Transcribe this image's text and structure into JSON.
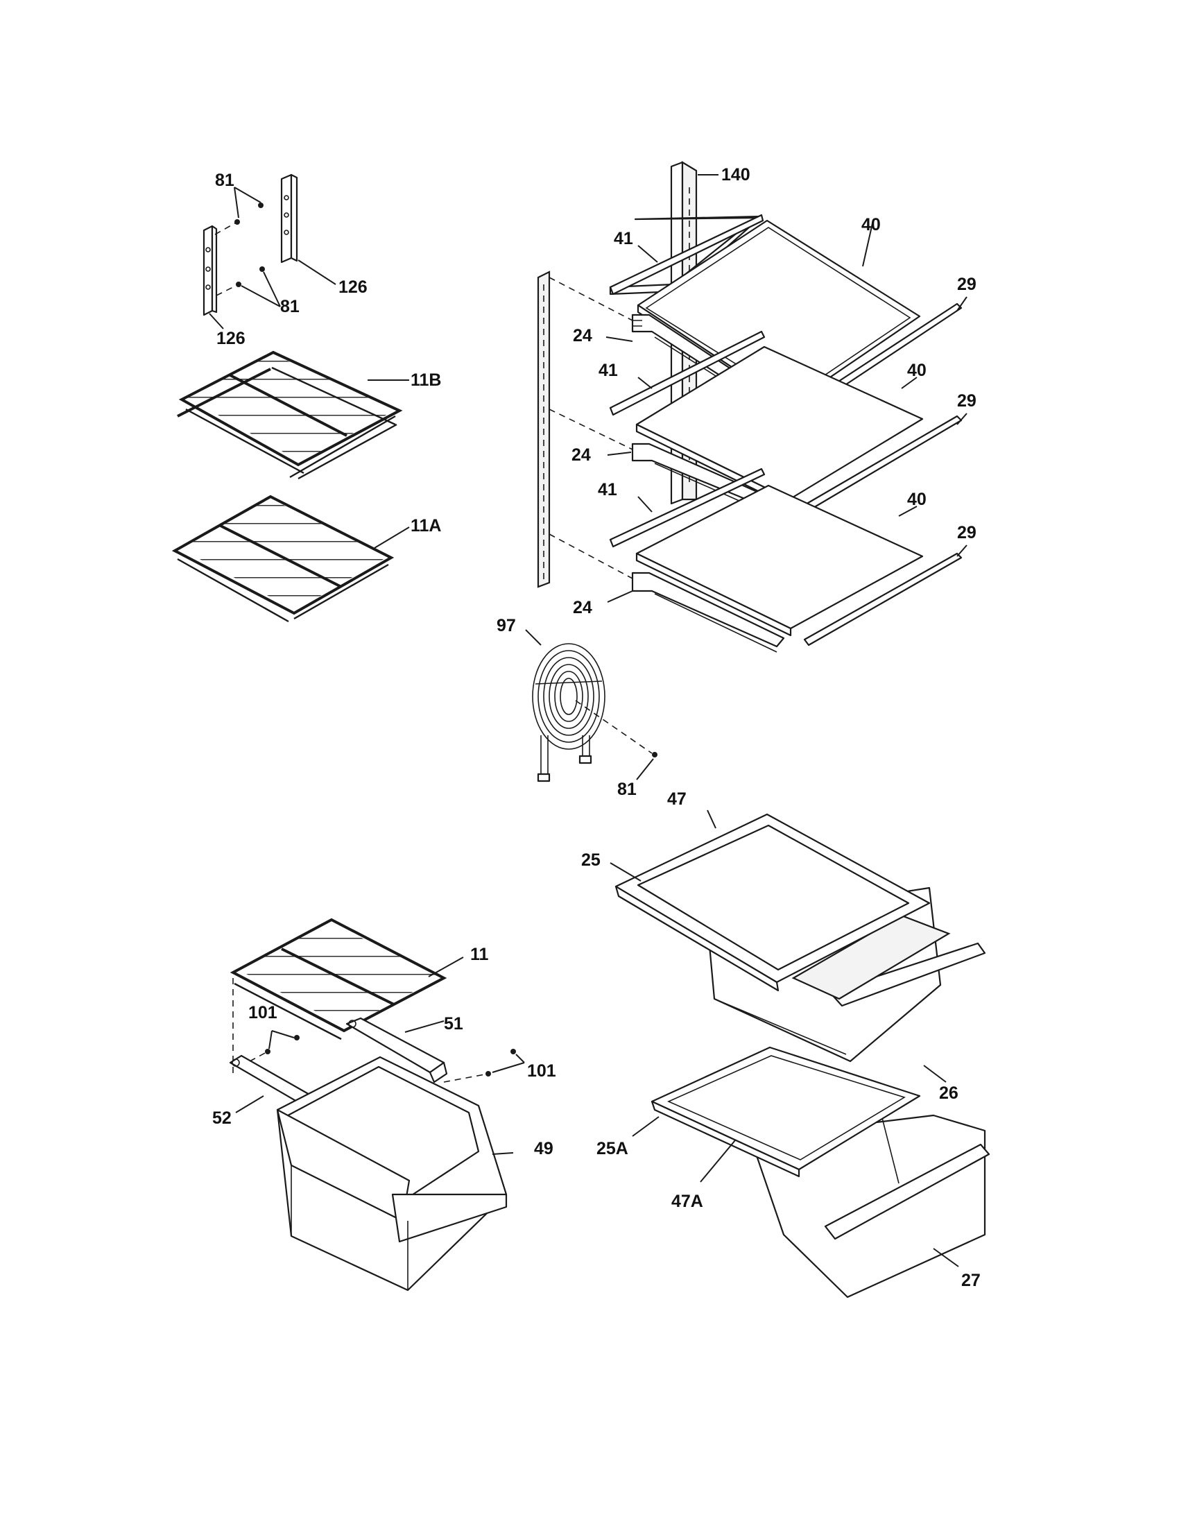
{
  "labels": {
    "p140": "140",
    "p41a": "41",
    "p41b": "41",
    "p41c": "41",
    "p40a": "40",
    "p40b": "40",
    "p40c": "40",
    "p29a": "29",
    "p29b": "29",
    "p29c": "29",
    "p24a": "24",
    "p24b": "24",
    "p24c": "24",
    "p97": "97",
    "p81top": "81",
    "p81mid": "81",
    "p81coil": "81",
    "p126a": "126",
    "p126b": "126",
    "p11B": "11B",
    "p11A": "11A",
    "p47": "47",
    "p25": "25",
    "p26": "26",
    "p25A": "25A",
    "p47A": "47A",
    "p27": "27",
    "p11": "11",
    "p101a": "101",
    "p101b": "101",
    "p51": "51",
    "p52": "52",
    "p49": "49"
  }
}
